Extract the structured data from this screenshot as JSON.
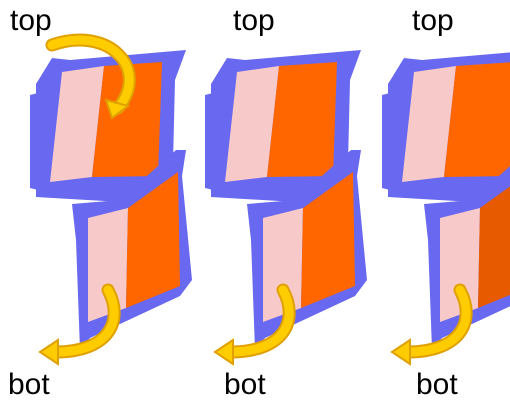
{
  "panels": [
    {
      "top_label": "top",
      "bottom_label": "bot",
      "has_top_arrow": true
    },
    {
      "top_label": "top",
      "bottom_label": "bot",
      "has_top_arrow": false
    },
    {
      "top_label": "top",
      "bottom_label": "bot",
      "has_top_arrow": false
    }
  ],
  "colors": {
    "frame": "#6868f0",
    "pink": "#f7c9c9",
    "orange": "#ff6600",
    "dark_orange": "#e85a00",
    "arrow": "#ffcc00",
    "arrow_edge": "#e0a000"
  }
}
